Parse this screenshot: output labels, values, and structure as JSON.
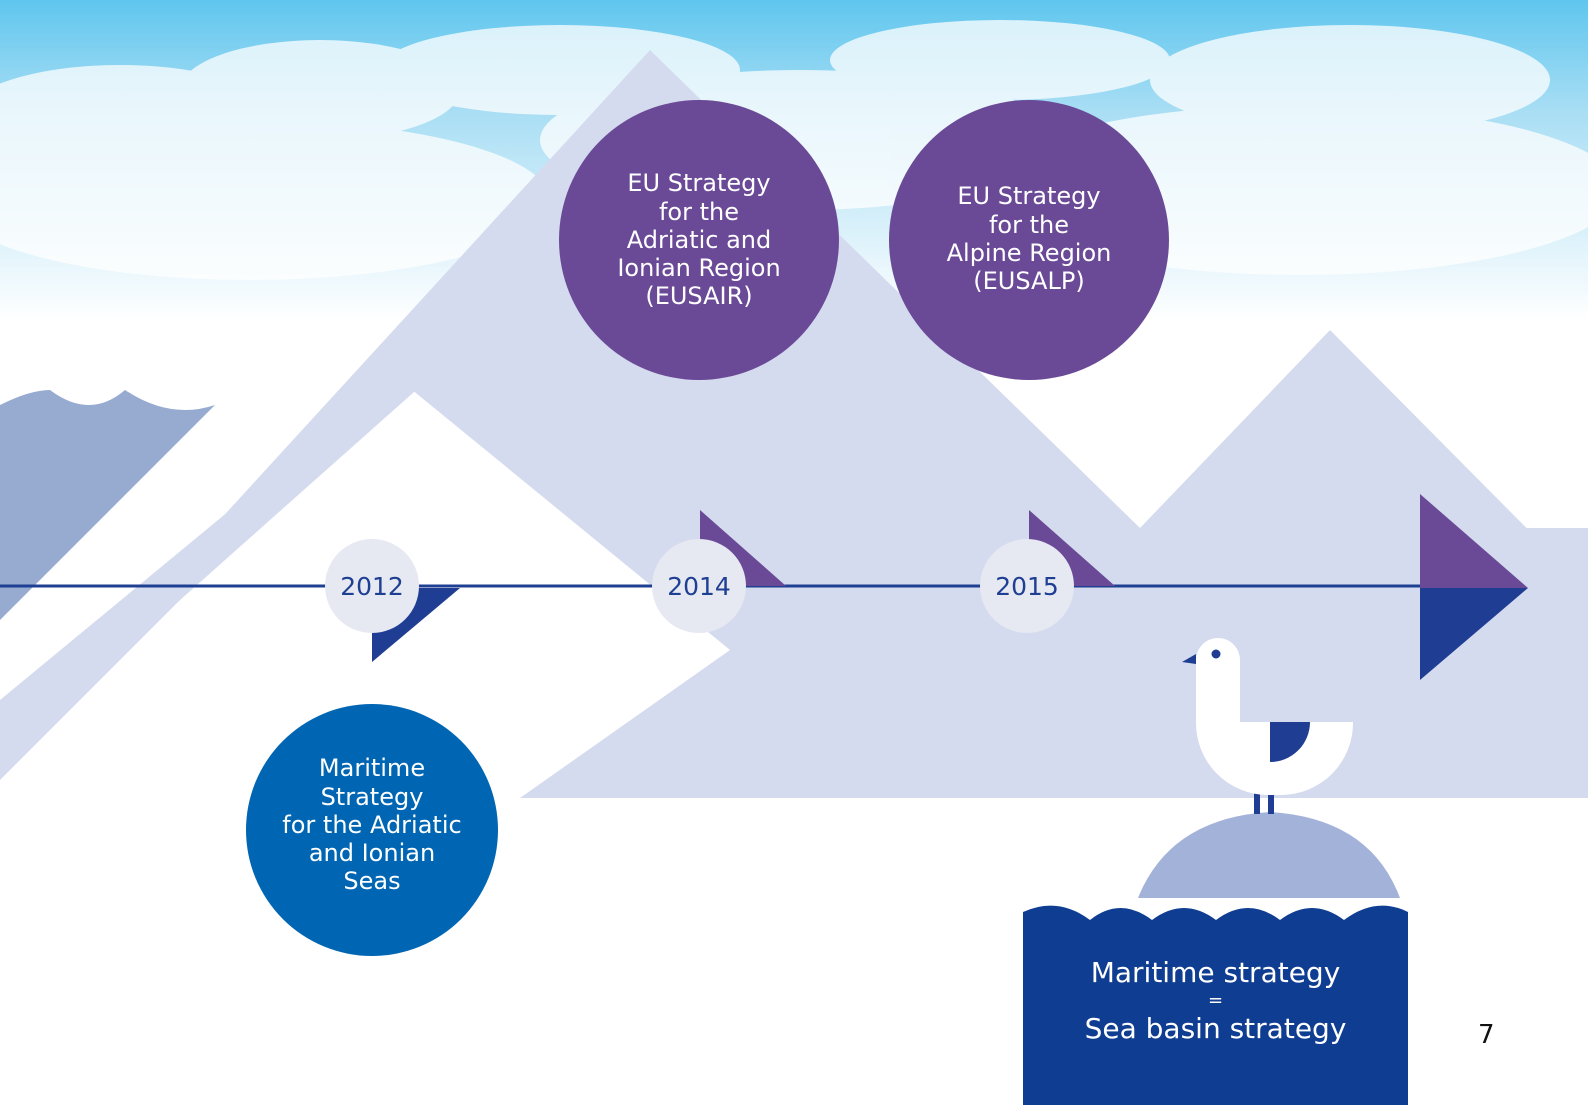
{
  "timeline": {
    "events": [
      {
        "year": "2012",
        "label": "Maritime\nStrategy\nfor the Adriatic\nand Ionian\nSeas"
      },
      {
        "year": "2014",
        "label": "EU Strategy\nfor the\nAdriatic and\nIonian Region\n(EUSAIR)"
      },
      {
        "year": "2015",
        "label": "EU Strategy\nfor the\nAlpine Region\n(EUSALP)"
      }
    ]
  },
  "sea_box": {
    "line1": "Maritime strategy",
    "line2": "=",
    "line3": "Sea basin strategy"
  },
  "page_number": "7",
  "colors": {
    "purple": "#6a4a96",
    "sea_blue": "#0f3d91",
    "maritime_blue": "#0066b3",
    "timeline_line": "#1f3f93",
    "mountain": "#d5dbee",
    "wave_left": "#97abd1",
    "island": "#a3b2d9"
  },
  "icons": [
    "seagull-icon",
    "island-icon",
    "wave-icon",
    "mountain-icon",
    "arrow-head-icon"
  ]
}
